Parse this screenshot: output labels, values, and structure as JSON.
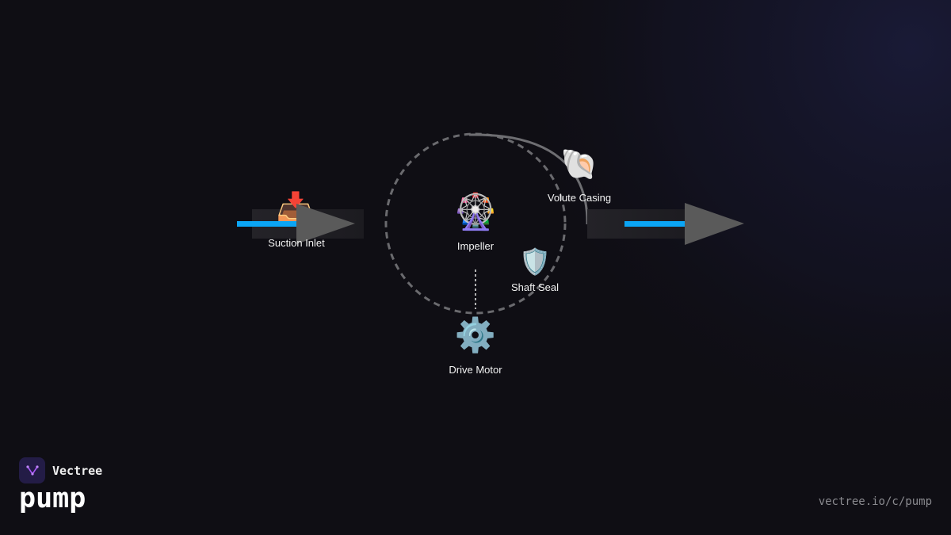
{
  "diagram": {
    "nodes": [
      {
        "id": "suction-inlet",
        "label": "Suction Inlet",
        "icon": "inbox-tray-icon",
        "glyph": "📥"
      },
      {
        "id": "impeller",
        "label": "Impeller",
        "icon": "ferris-wheel-icon",
        "glyph": "🎡"
      },
      {
        "id": "volute-casing",
        "label": "Volute Casing",
        "icon": "spiral-shell-icon",
        "glyph": "🐚"
      },
      {
        "id": "shaft-seal",
        "label": "Shaft Seal",
        "icon": "shield-icon",
        "glyph": "🛡️"
      },
      {
        "id": "drive-motor",
        "label": "Drive Motor",
        "icon": "gear-icon",
        "glyph": "⚙️"
      }
    ],
    "edges": [
      {
        "from": "suction-inlet",
        "to": "impeller",
        "kind": "flow"
      },
      {
        "from": "impeller",
        "to": "volute-casing",
        "kind": "curve"
      },
      {
        "from": "drive-motor",
        "to": "impeller",
        "kind": "dotted"
      },
      {
        "from": "volute-casing",
        "to": "outlet",
        "kind": "flow"
      }
    ],
    "colors": {
      "background": "#0f0e14",
      "flow_stream": "#0ba5f5",
      "arrow_head": "#5a5a5a",
      "pipe": "#232226",
      "ring": "#6a6a6e",
      "label": "#f2f2f2"
    }
  },
  "brand": {
    "name": "Vectree",
    "logo_icon": "vectree-logo-icon"
  },
  "title": "pump",
  "url": "vectree.io/c/pump"
}
